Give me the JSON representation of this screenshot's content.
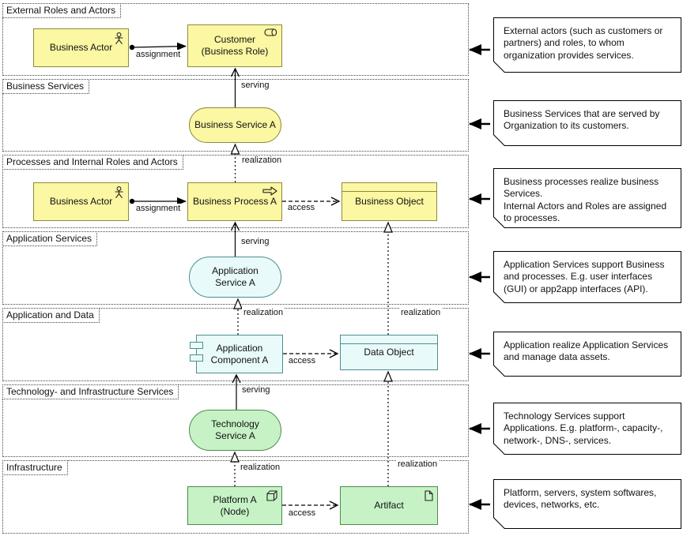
{
  "layers": [
    {
      "label": "External Roles and Actors"
    },
    {
      "label": "Business Services"
    },
    {
      "label": "Processes and Internal Roles and Actors"
    },
    {
      "label": "Application Services"
    },
    {
      "label": "Application and Data"
    },
    {
      "label": "Technology- and Infrastructure Services"
    },
    {
      "label": "Infrastructure"
    }
  ],
  "nodes": {
    "business_actor_1": {
      "label": "Business Actor"
    },
    "customer": {
      "label": "Customer\n(Business Role)"
    },
    "business_service_a": {
      "label": "Business Service A"
    },
    "business_actor_2": {
      "label": "Business Actor"
    },
    "business_process_a": {
      "label": "Business Process A"
    },
    "business_object": {
      "label": "Business Object"
    },
    "application_service_a": {
      "label": "Application\nService A"
    },
    "application_component_a": {
      "label": "Application\nComponent A"
    },
    "data_object": {
      "label": "Data Object"
    },
    "technology_service_a": {
      "label": "Technology\nService A"
    },
    "platform_a": {
      "label": "Platform A\n(Node)"
    },
    "artifact": {
      "label": "Artifact"
    }
  },
  "relations": {
    "assignment": "assignment",
    "serving": "serving",
    "realization": "realization",
    "access": "access"
  },
  "notes": [
    {
      "text": "External actors (such as customers or partners) and roles, to whom organization provides services."
    },
    {
      "text": "Business Services that are served by Organization to its customers."
    },
    {
      "text": "Business processes realize business Services.\nInternal Actors and Roles are assigned to processes."
    },
    {
      "text": "Application Services support Business and processes. E.g. user interfaces (GUI) or app2app interfaces (API)."
    },
    {
      "text": "Application realize Application Services and manage data assets."
    },
    {
      "text": "Technology Services support Applications. E.g. platform-, capacity-, network-, DNS-, services."
    },
    {
      "text": "Platform, servers, system softwares, devices, networks, etc."
    }
  ],
  "colors": {
    "business-fill": "#fbf7a2",
    "business-border": "#8b8b3e",
    "application-fill": "#e9fafa",
    "application-border": "#4d8e8e",
    "technology-fill": "#c6f2c6",
    "technology-border": "#4c8c4c",
    "note-bg": "#ffffff"
  }
}
